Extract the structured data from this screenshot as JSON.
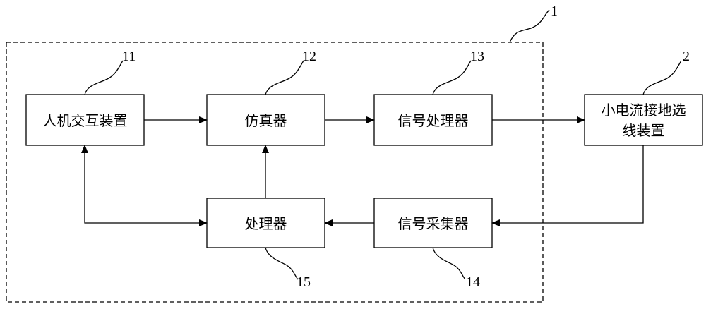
{
  "diagram": {
    "system_ref": "1",
    "boxes": {
      "hmi": {
        "label": "人机交互装置",
        "ref": "11"
      },
      "simulator": {
        "label": "仿真器",
        "ref": "12"
      },
      "signal_processor": {
        "label": "信号处理器",
        "ref": "13"
      },
      "signal_collector": {
        "label": "信号采集器",
        "ref": "14"
      },
      "processor": {
        "label": "处理器",
        "ref": "15"
      },
      "line_selection": {
        "label_line1": "小电流接地选",
        "label_line2": "线装置",
        "ref": "2"
      }
    },
    "colors": {
      "stroke": "#000000",
      "background": "#ffffff"
    }
  }
}
